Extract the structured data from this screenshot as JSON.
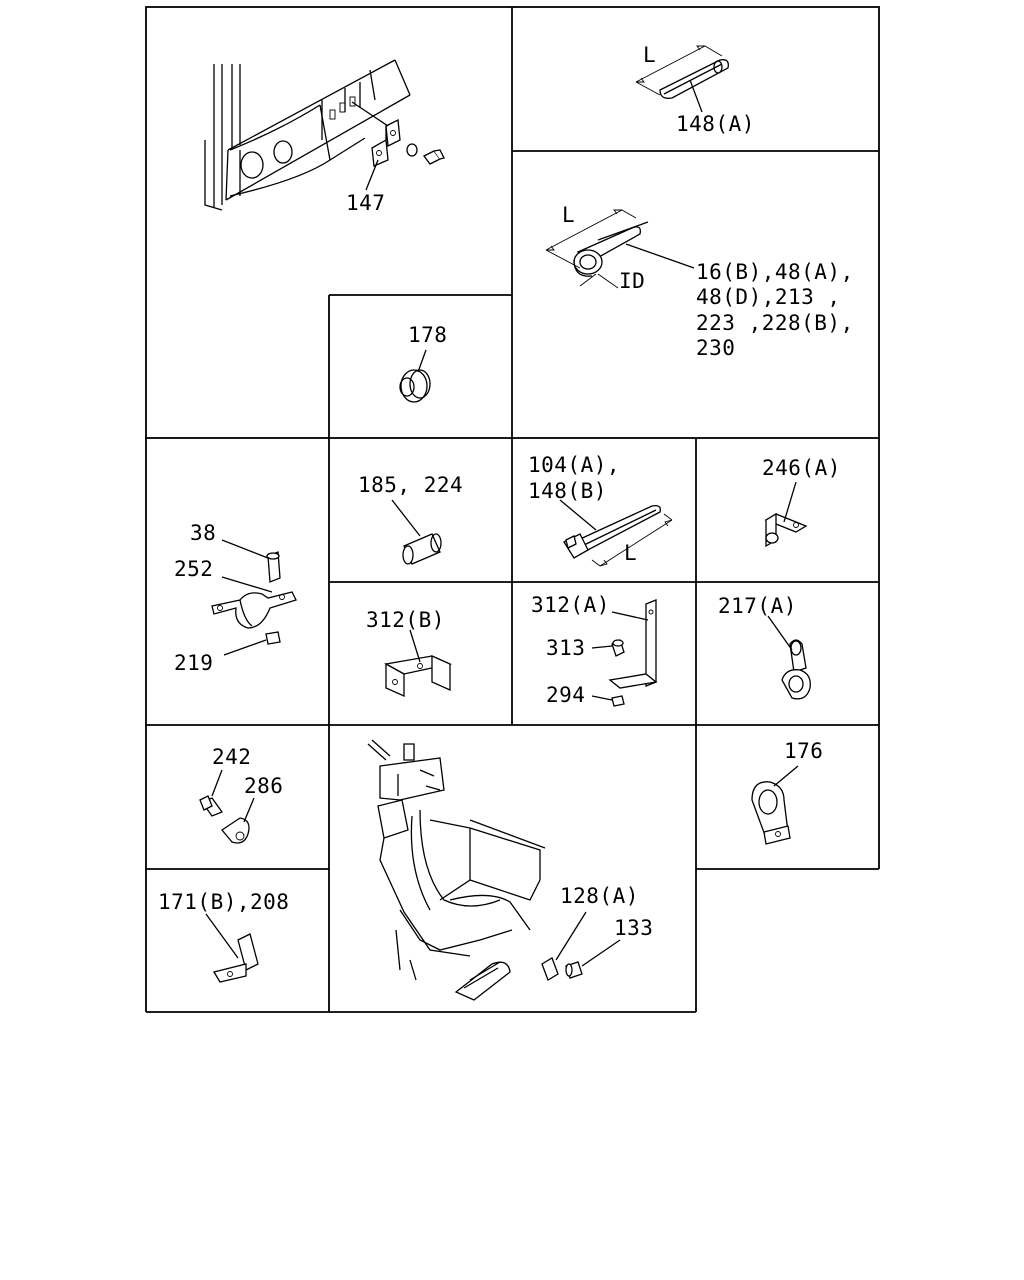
{
  "cells": [
    {
      "id": "cell-147",
      "labels": [
        "147"
      ]
    },
    {
      "id": "cell-148a",
      "labels": [
        "148(A)"
      ],
      "dim": "L"
    },
    {
      "id": "cell-16b",
      "labels": [
        "16(B),48(A),",
        "48(D),213 ,",
        "223 ,228(B),",
        "230"
      ],
      "dims": [
        "L",
        "ID"
      ]
    },
    {
      "id": "cell-178",
      "labels": [
        "178"
      ]
    },
    {
      "id": "cell-38",
      "labels": [
        "38",
        "252",
        "219"
      ]
    },
    {
      "id": "cell-185",
      "labels": [
        "185, 224"
      ]
    },
    {
      "id": "cell-104a",
      "labels": [
        "104(A),",
        "148(B)"
      ],
      "dim": "L"
    },
    {
      "id": "cell-246a",
      "labels": [
        "246(A)"
      ]
    },
    {
      "id": "cell-312b",
      "labels": [
        "312(B)"
      ]
    },
    {
      "id": "cell-312a",
      "labels": [
        "312(A)",
        "313",
        "294"
      ]
    },
    {
      "id": "cell-217a",
      "labels": [
        "217(A)"
      ]
    },
    {
      "id": "cell-242",
      "labels": [
        "242",
        "286"
      ]
    },
    {
      "id": "cell-128a",
      "labels": [
        "128(A)",
        "133"
      ]
    },
    {
      "id": "cell-176",
      "labels": [
        "176"
      ]
    },
    {
      "id": "cell-171b",
      "labels": [
        "171(B),208"
      ]
    }
  ]
}
